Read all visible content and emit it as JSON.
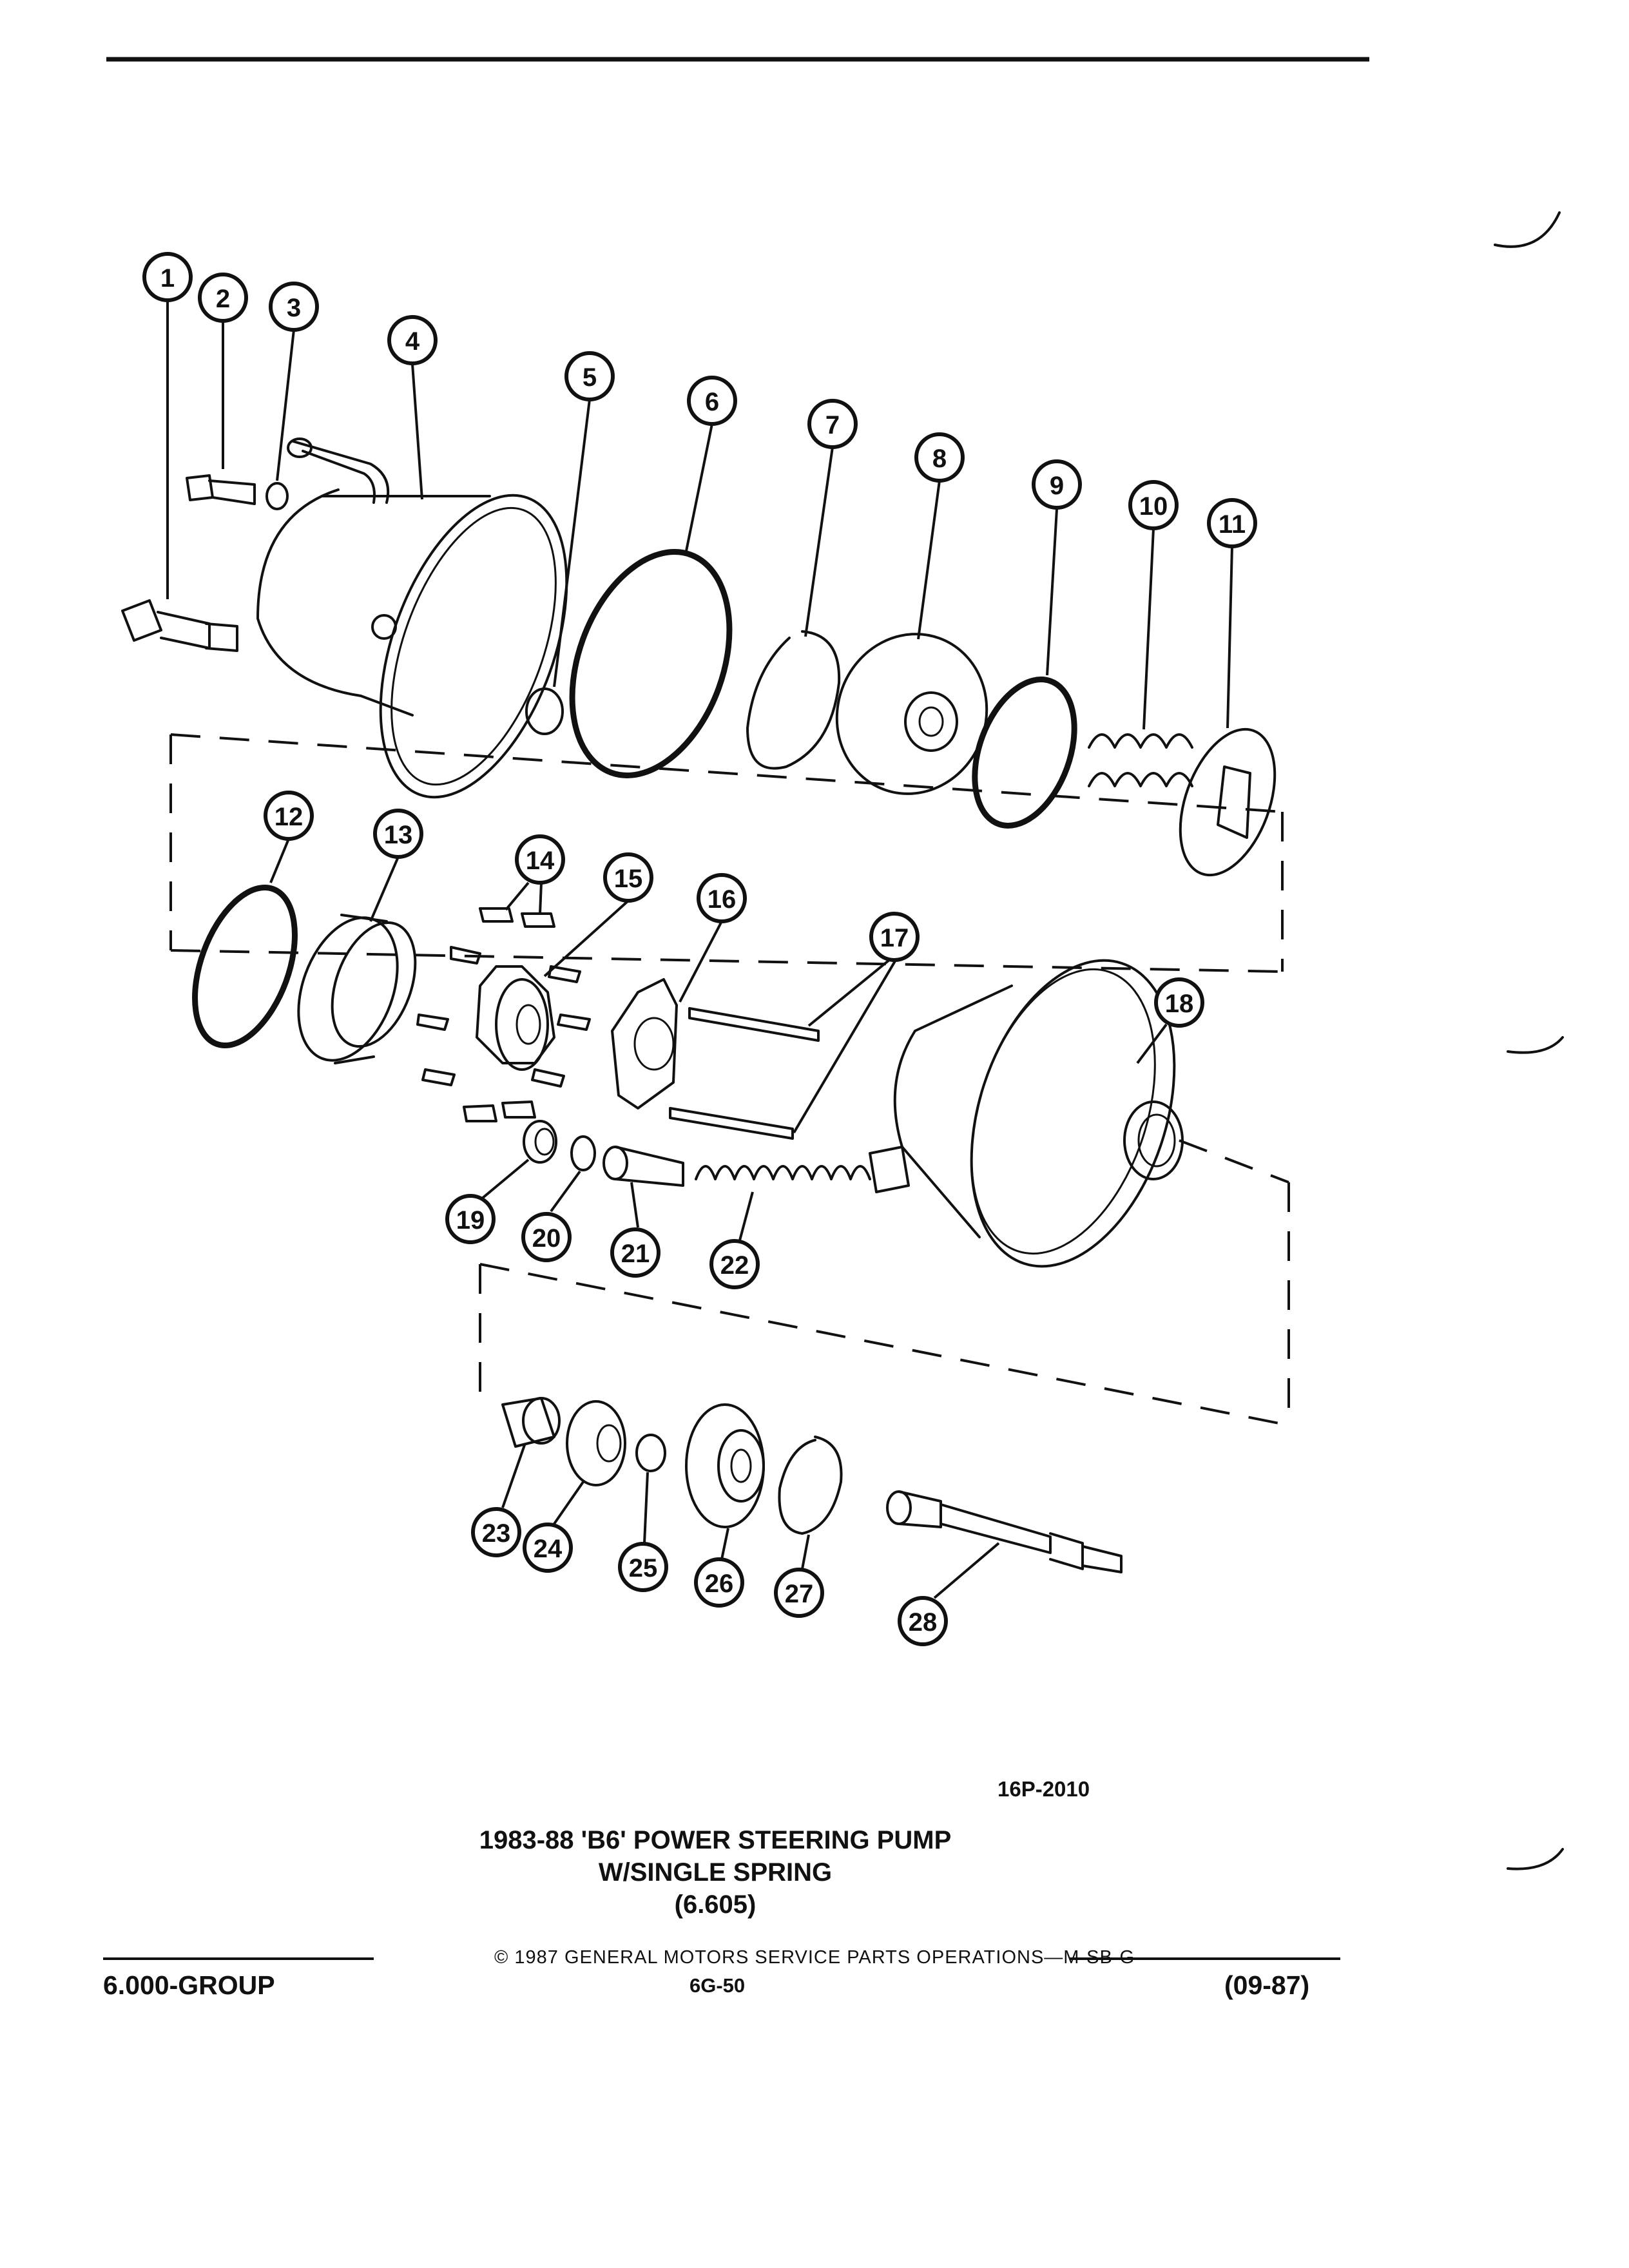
{
  "figure": {
    "number": "16P-2010",
    "title_lines": [
      "1983-88 'B6' POWER STEERING PUMP",
      "W/SINGLE SPRING",
      "(6.605)"
    ]
  },
  "callouts": [
    "1",
    "2",
    "3",
    "4",
    "5",
    "6",
    "7",
    "8",
    "9",
    "10",
    "11",
    "12",
    "13",
    "14",
    "15",
    "16",
    "17",
    "18",
    "19",
    "20",
    "21",
    "22",
    "23",
    "24",
    "25",
    "26",
    "27",
    "28"
  ],
  "footer": {
    "copyright": "© 1987 GENERAL MOTORS SERVICE PARTS OPERATIONS—M-SB-G",
    "group": "6.000-GROUP",
    "page": "6G-50",
    "date": "(09-87)"
  }
}
